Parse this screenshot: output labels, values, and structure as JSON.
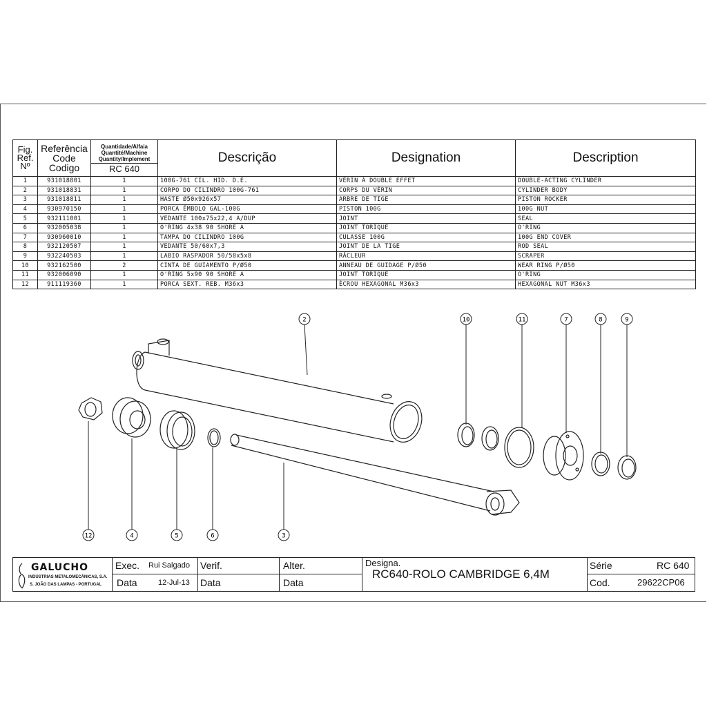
{
  "headers": {
    "fig": [
      "Fig.",
      "Ref.",
      "Nº"
    ],
    "ref": [
      "Referência",
      "Code",
      "Codigo"
    ],
    "qty_label": [
      "Quantidade/Alfaia",
      "Quantité/Machine",
      "Quantity/Implement"
    ],
    "qty_machine": "RC 640",
    "descricao": "Descrição",
    "designation": "Designation",
    "description": "Description"
  },
  "parts": [
    {
      "fig": "1",
      "code": "931018801",
      "qty": "1",
      "pt": "100G-761 CIL. HID. D.E.",
      "fr": "VÉRIN À DOUBLE EFFET",
      "en": "DOUBLE-ACTING CYLINDER"
    },
    {
      "fig": "2",
      "code": "931018831",
      "qty": "1",
      "pt": "CORPO DO CILINDRO 100G-761",
      "fr": "CORPS DU VÉRIN",
      "en": "CYLINDER BODY"
    },
    {
      "fig": "3",
      "code": "931018811",
      "qty": "1",
      "pt": "HASTE Ø50x926x57",
      "fr": "ARBRE DE TIGE",
      "en": "PISTON ROCKER"
    },
    {
      "fig": "4",
      "code": "930970150",
      "qty": "1",
      "pt": "PORCA ÊMBOLO GAL-100G",
      "fr": "PISTON 100G",
      "en": "100G NUT"
    },
    {
      "fig": "5",
      "code": "932111001",
      "qty": "1",
      "pt": "VEDANTE 100x75x22,4 A/DUP",
      "fr": "JOINT",
      "en": "SEAL"
    },
    {
      "fig": "6",
      "code": "932005038",
      "qty": "1",
      "pt": "O'RING 4x38 90 SHORE A",
      "fr": "JOINT TORIQUE",
      "en": "O'RING"
    },
    {
      "fig": "7",
      "code": "930960010",
      "qty": "1",
      "pt": "TAMPA DO CILINDRO 100G",
      "fr": "CULASSE 100G",
      "en": "100G END COVER"
    },
    {
      "fig": "8",
      "code": "932120507",
      "qty": "1",
      "pt": "VEDANTE 50/60x7,3",
      "fr": "JOINT DE LA TIGE",
      "en": "ROD SEAL"
    },
    {
      "fig": "9",
      "code": "932240503",
      "qty": "1",
      "pt": "LABIO RASPADOR 50/58x5x8",
      "fr": "RÂCLEUR",
      "en": "SCRAPER"
    },
    {
      "fig": "10",
      "code": "932162500",
      "qty": "2",
      "pt": "CINTA DE GUIAMENTO P/Ø50",
      "fr": "ANNEAU DE GUIDAGE P/Ø50",
      "en": "WEAR RING P/Ø50"
    },
    {
      "fig": "11",
      "code": "932006090",
      "qty": "1",
      "pt": "O'RING 5x90 90 SHORE A",
      "fr": "JOINT TORIQUE",
      "en": "O'RING"
    },
    {
      "fig": "12",
      "code": "911119360",
      "qty": "1",
      "pt": "PORCA SEXT. REB. M36x3",
      "fr": "ÉCROU HEXAGONAL M36x3",
      "en": "HEXAGONAL NUT M36x3"
    }
  ],
  "balloons": [
    "2",
    "10",
    "11",
    "7",
    "8",
    "9",
    "12",
    "4",
    "5",
    "6",
    "3"
  ],
  "titleblock": {
    "logo_name": "GALUCHO",
    "logo_line1": "INDÚSTRIAS METALOMECÂNICAS, S.A.",
    "logo_line2": "S. JOÃO DAS LAMPAS - PORTUGAL",
    "exec_label": "Exec.",
    "exec_value": "Rui Salgado",
    "data_label1": "Data",
    "data_value": "12-Jul-13",
    "verif_label": "Verif.",
    "data_label2": "Data",
    "alter_label": "Alter.",
    "data_label3": "Data",
    "designa_label": "Designa.",
    "designa_value": "RC640-ROLO CAMBRIDGE 6,4M",
    "serie_label": "Série",
    "serie_value": "RC 640",
    "cod_label": "Cod.",
    "cod_value": "29622CP06"
  }
}
